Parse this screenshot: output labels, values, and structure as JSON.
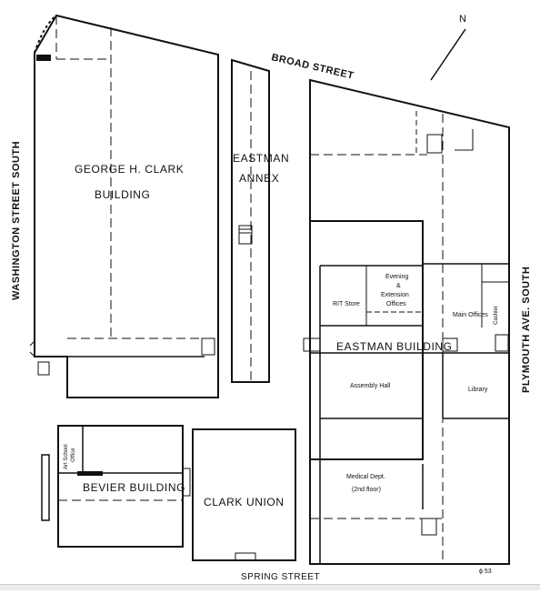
{
  "streets": {
    "broad": "BROAD STREET",
    "washington": "WASHINGTON STREET SOUTH",
    "plymouth": "PLYMOUTH AVE. SOUTH",
    "spring": "SPRING STREET"
  },
  "buildings": {
    "clark_line1": "GEORGE H. CLARK",
    "clark_line2": "BUILDING",
    "annex_line1": "EASTMAN",
    "annex_line2": "ANNEX",
    "eastman": "EASTMAN BUILDING",
    "bevier": "BEVIER BUILDING",
    "clark_union": "CLARK UNION"
  },
  "rooms": {
    "rit_store": "RIT Store",
    "evening_1": "Evening",
    "evening_2": "&",
    "evening_3": "Extension",
    "evening_4": "Offices",
    "main_offices": "Main Offices",
    "cashier": "Cashier",
    "assembly_hall": "Assembly Hall",
    "library": "Library",
    "medical_1": "Medical Dept.",
    "medical_2": "(2nd floor)",
    "art_school_1": "Art School",
    "art_school_2": "Office"
  },
  "compass": {
    "north": "N"
  },
  "signature": "ϕ 53"
}
